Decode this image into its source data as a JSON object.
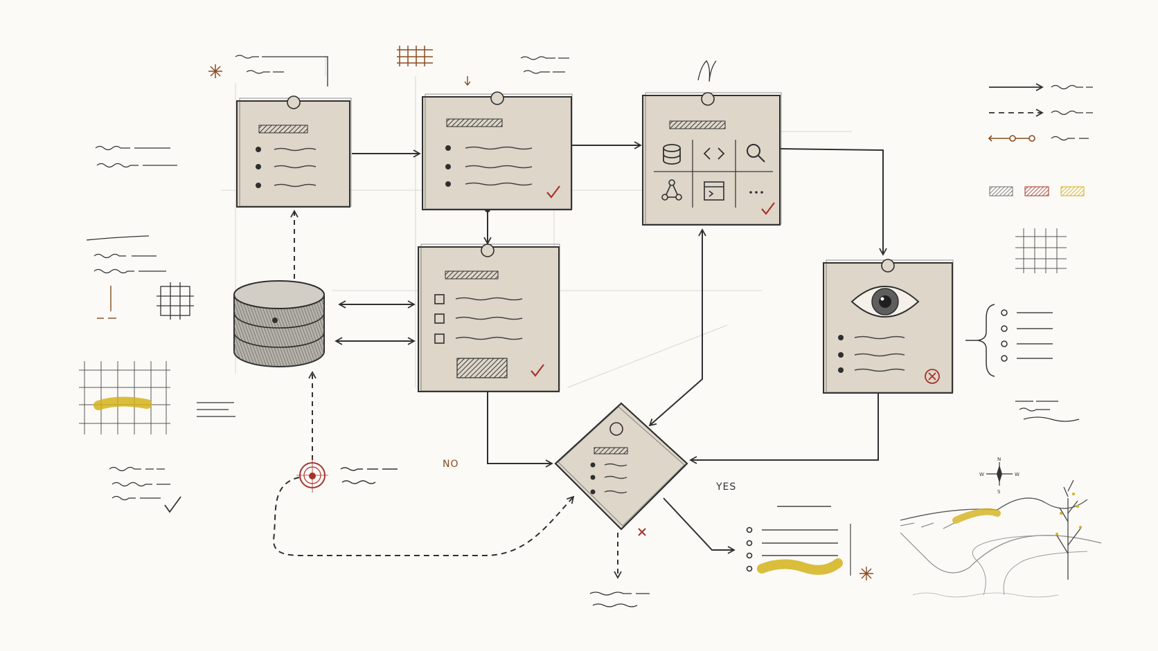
{
  "diagram": {
    "decision": {
      "no_label": "NO",
      "yes_label": "YES"
    },
    "compass": {
      "north": "N",
      "south": "S",
      "west": "W",
      "east": "W"
    },
    "icons": [
      "database-icon",
      "code-icon",
      "search-icon",
      "network-icon",
      "terminal-icon",
      "more-icon",
      "eye-icon",
      "check-icon",
      "cancel-icon",
      "target-icon",
      "sparkle-icon"
    ],
    "colors": {
      "paper": "#fbfaf7",
      "card": "#ddd6c9",
      "ink": "#2f2f2f",
      "accent_red": "#a8322a",
      "accent_yellow": "#d4b11a",
      "accent_gray": "#6f6f6f",
      "label_brown": "#8a4a1e"
    }
  }
}
